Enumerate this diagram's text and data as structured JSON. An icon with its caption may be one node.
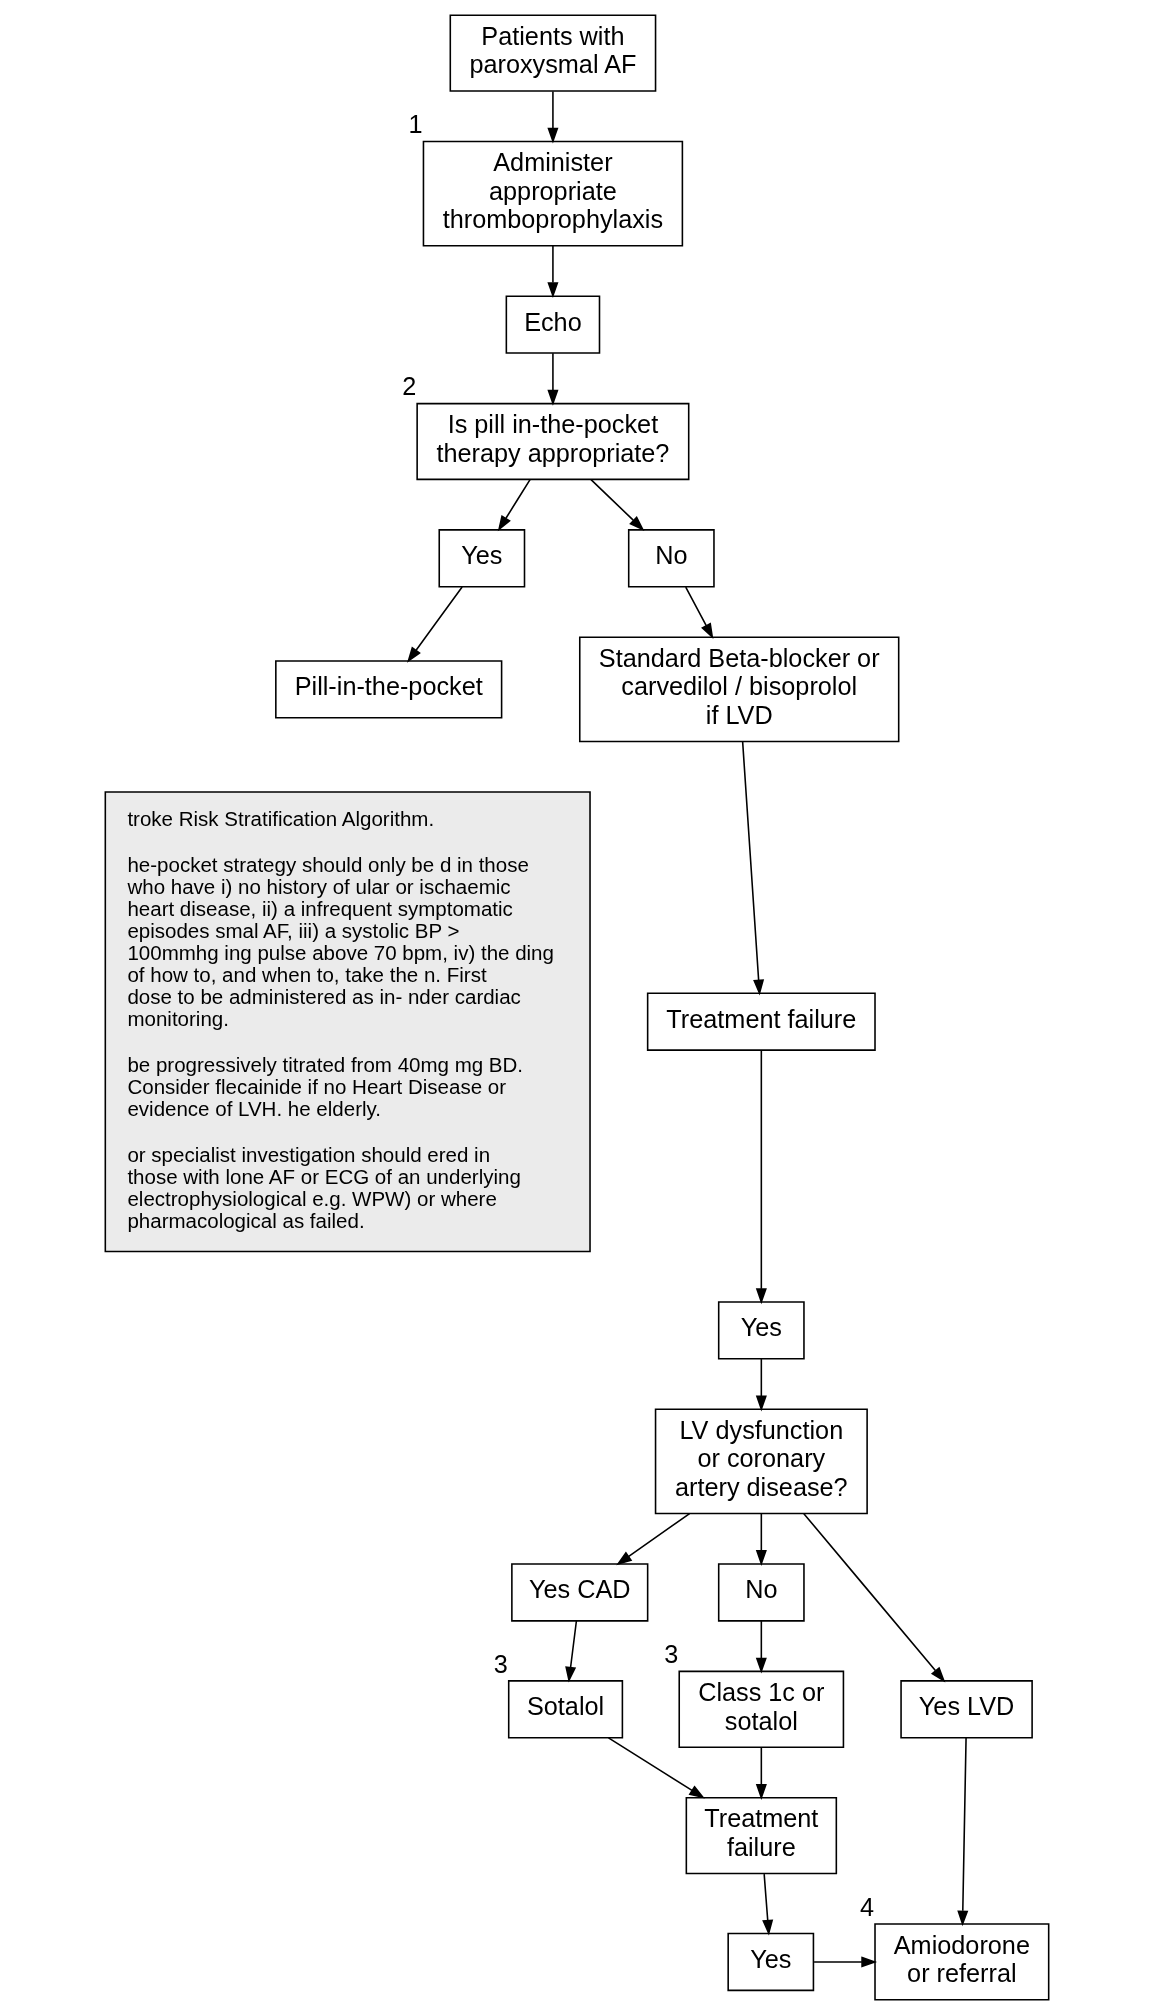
{
  "diagram": {
    "nodes": [
      {
        "text": [
          "Patients with paroxysmal AF"
        ]
      },
      {
        "text": [
          "Administer appropriate thromboprophylaxis"
        ],
        "beside": [
          "1"
        ]
      },
      {
        "text": [
          "Echo"
        ]
      },
      {
        "text": [
          "Is pill in-the-pocket therapy appropriate?"
        ],
        "beside": [
          "2"
        ]
      },
      {
        "text": [
          "Yes"
        ]
      },
      {
        "text": [
          "No"
        ]
      },
      {
        "text": [
          "Pill-in-the-pocket"
        ]
      },
      {
        "text": [
          "Standard Beta-blocker or carvedilol / bisoprolol if LVD"
        ]
      },
      {
        "text": [
          "Treatment failure"
        ]
      },
      {
        "text": [
          "Yes"
        ]
      },
      {
        "text": [
          "LV dysfunction or coronary artery disease?"
        ]
      },
      {
        "text": [
          "Yes CAD"
        ]
      },
      {
        "text": [
          "No"
        ]
      },
      {
        "text": [
          "Yes LVD"
        ]
      },
      {
        "text": [
          "Sotalol"
        ],
        "beside": [
          "3"
        ]
      },
      {
        "text": [
          "Class 1c or sotalol"
        ],
        "beside": [
          "3"
        ]
      },
      {
        "text": [
          "Treatment failure"
        ]
      },
      {
        "text": [
          "Amiodorone or referral"
        ],
        "beside": [
          "4"
        ]
      },
      {
        "text": [
          "Yes"
        ]
      },
      {
        "text": [
          "troke Risk Stratification Algorithm.",
          "he-pocket strategy should only be d in those who have i) no history of ular or ischaemic heart disease, ii) a infrequent symptomatic episodes smal AF, iii) a systolic BP > 100mmhg ing pulse above 70 bpm, iv) the ding of how to, and when to, take the n. First dose to be administered as in- nder cardiac monitoring.",
          "be progressively titrated from 40mg mg BD. Consider flecainide if no Heart Disease or evidence of LVH. he elderly.",
          "or specialist investigation should ered in those with lone AF or ECG of an underlying electrophysiological e.g. WPW) or where pharmacological as failed."
        ]
      }
    ],
    "edges": [
      {
        "from": 0,
        "to": 1,
        "arrow": "to"
      },
      {
        "from": 1,
        "to": 2,
        "arrow": "to"
      },
      {
        "from": 2,
        "to": 3,
        "arrow": "to"
      },
      {
        "from": 3,
        "to": 4,
        "arrow": "to"
      },
      {
        "from": 3,
        "to": 5,
        "arrow": "to"
      },
      {
        "from": 4,
        "to": 6,
        "arrow": "to"
      },
      {
        "from": 5,
        "to": 7,
        "arrow": "to"
      },
      {
        "from": 7,
        "to": 8,
        "arrow": "to"
      },
      {
        "from": 8,
        "to": 9,
        "arrow": "to"
      },
      {
        "from": 9,
        "to": 10,
        "arrow": "to"
      },
      {
        "from": 10,
        "to": 11,
        "arrow": "to"
      },
      {
        "from": 10,
        "to": 12,
        "arrow": "to"
      },
      {
        "from": 10,
        "to": 13,
        "arrow": "to"
      },
      {
        "from": 11,
        "to": 14,
        "arrow": "to"
      },
      {
        "from": 12,
        "to": 15,
        "arrow": "to"
      },
      {
        "from": 13,
        "to": 17,
        "arrow": "to"
      },
      {
        "from": 14,
        "to": 16,
        "arrow": "to"
      },
      {
        "from": 15,
        "to": 16,
        "arrow": "to"
      },
      {
        "from": 16,
        "to": 18,
        "arrow": "to"
      },
      {
        "from": 18,
        "to": 17,
        "arrow": "to"
      }
    ]
  }
}
